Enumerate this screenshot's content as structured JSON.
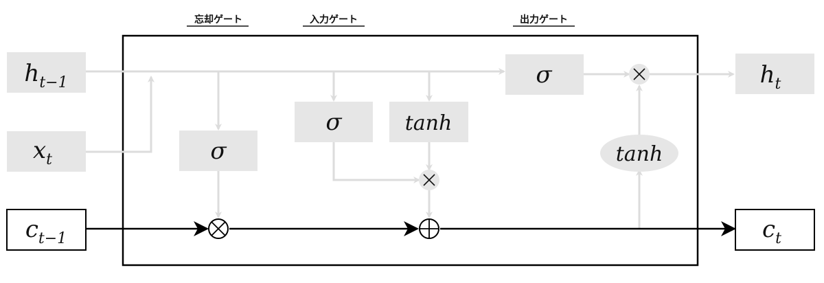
{
  "gate_labels": {
    "forget": "忘却ゲート",
    "input": "入力ゲート",
    "output": "出力ゲート"
  },
  "nodes": {
    "h_prev": {
      "main": "h",
      "sub": "t−1"
    },
    "x_t": {
      "main": "x",
      "sub": "t"
    },
    "c_prev": {
      "main": "c",
      "sub": "t−1"
    },
    "h_t": {
      "main": "h",
      "sub": "t"
    },
    "c_t": {
      "main": "c",
      "sub": "t"
    },
    "sigma_forget": "σ",
    "sigma_input": "σ",
    "tanh_input": "tanh",
    "sigma_output": "σ",
    "tanh_cell": "tanh"
  },
  "operators": {
    "mult_forget": "⊗",
    "add_input": "⊕",
    "mult_input": "×",
    "mult_output": "×"
  },
  "colors": {
    "gate_fill": "#e6e6e6",
    "signal_line": "#dcdcdc",
    "cell_line": "#000000"
  }
}
